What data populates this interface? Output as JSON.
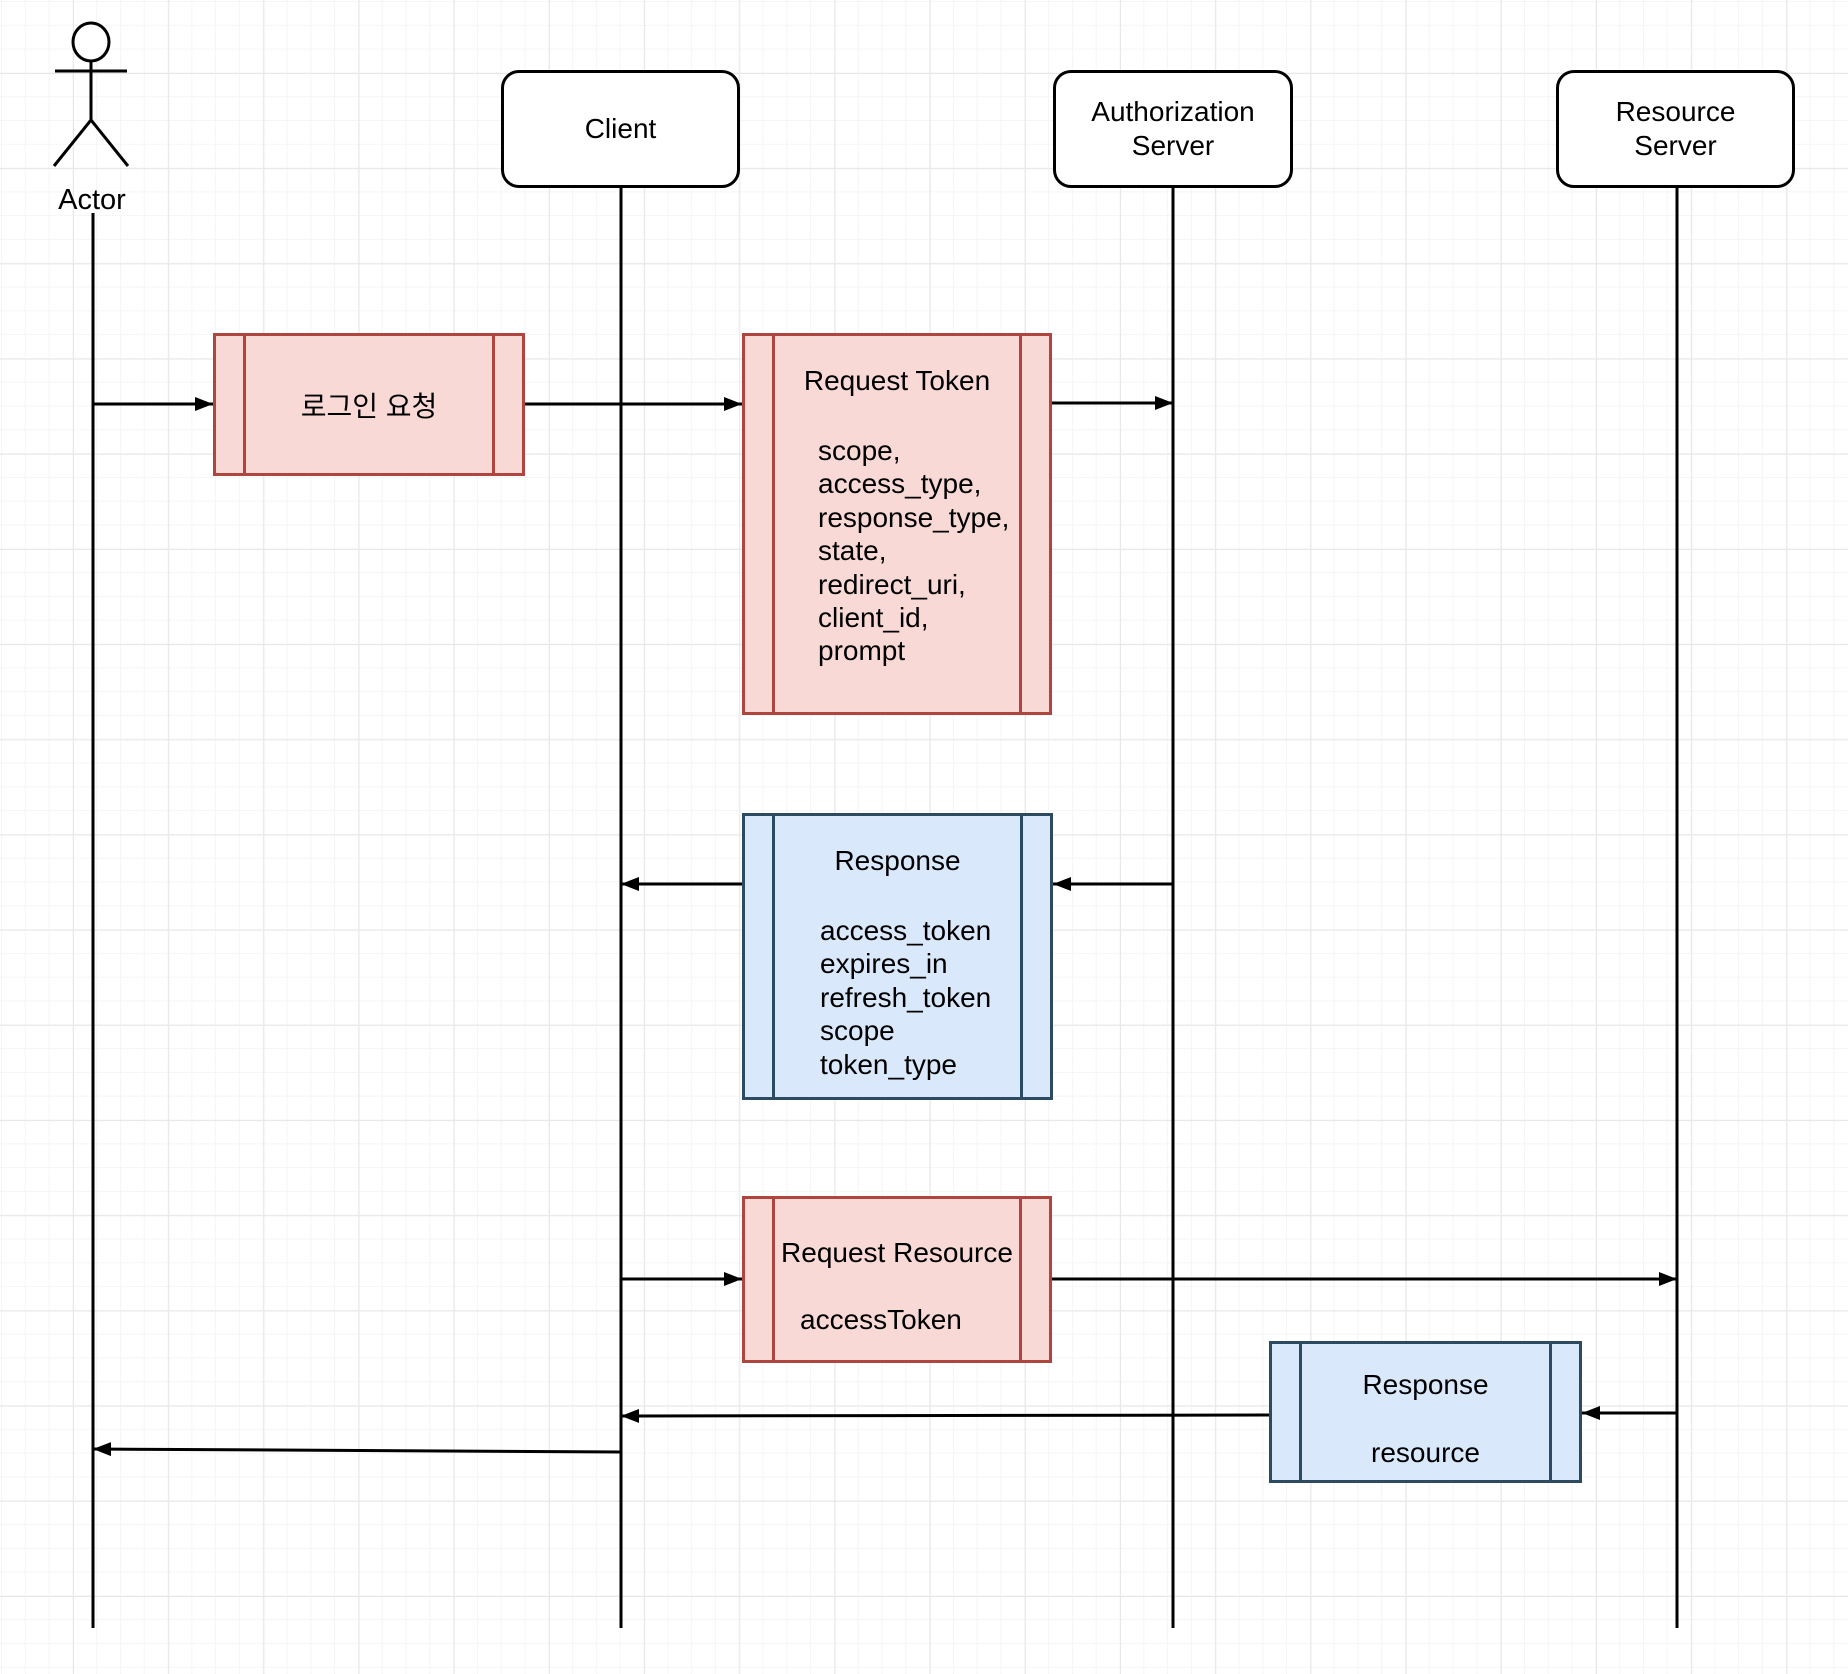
{
  "diagram_type": "uml-sequence-oauth-flow",
  "actor": {
    "label": "Actor"
  },
  "participants": [
    {
      "label": "Client"
    },
    {
      "label": "Authorization Server"
    },
    {
      "label": "Resource Server"
    }
  ],
  "messages": {
    "login_request": {
      "title": "로그인 요청"
    },
    "request_token": {
      "title": "Request Token",
      "params": [
        "scope,",
        "access_type,",
        "response_type,",
        "state,",
        "redirect_uri,",
        "client_id,",
        "prompt"
      ]
    },
    "token_response": {
      "title": "Response",
      "params": [
        "access_token",
        "expires_in",
        "refresh_token",
        "scope",
        "token_type"
      ]
    },
    "request_resource": {
      "title": "Request Resource",
      "params": [
        "accessToken"
      ]
    },
    "resource_response": {
      "title": "Response",
      "params": [
        "resource"
      ]
    }
  },
  "colors": {
    "request_fill": "#f8d9d6",
    "request_stroke": "#b0453f",
    "response_fill": "#dae8fc",
    "response_stroke": "#2d4a63",
    "line": "#000000",
    "grid_minor": "#f5f5f5",
    "grid_major": "#e7e7e7"
  }
}
